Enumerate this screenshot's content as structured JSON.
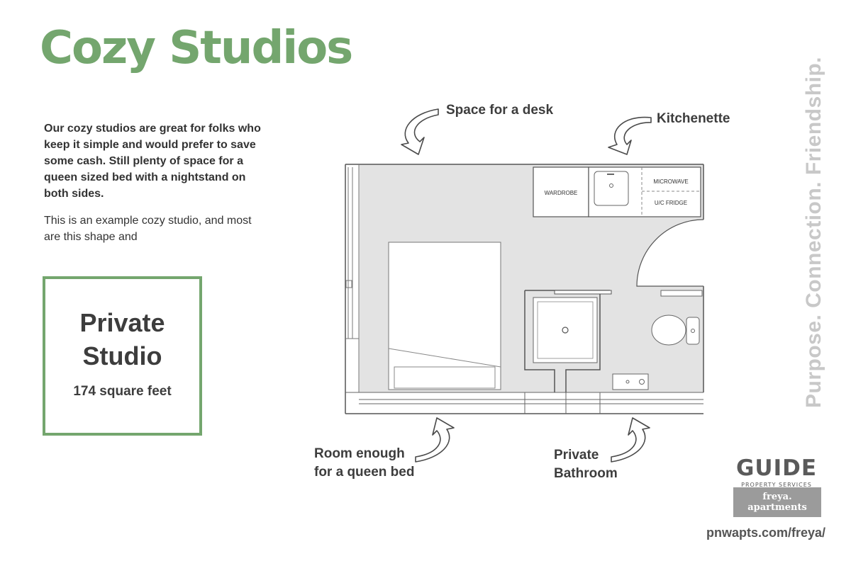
{
  "title": "Cozy Studios",
  "intro": "Our cozy studios are great for folks who keep it simple and would prefer to save some cash. Still plenty of space for a queen sized bed with a nightstand on both sides.",
  "example": "This is an example cozy studio, and most are this shape and",
  "info_box": {
    "line1": "Private",
    "line2": "Studio",
    "size": "174 square feet",
    "border_color": "#74a66e"
  },
  "callouts": {
    "desk": "Space for a desk",
    "kitchenette": "Kitchenette",
    "bed_line1": "Room enough",
    "bed_line2": "for a queen bed",
    "bath_line1": "Private",
    "bath_line2": "Bathroom"
  },
  "floorplan": {
    "wardrobe": "WARDROBE",
    "microwave": "MICROWAVE",
    "fridge": "U/C FRIDGE"
  },
  "tagline": "Purpose. Connection. Friendship.",
  "logos": {
    "guide": "GUIDE",
    "guide_sub": "PROPERTY SERVICES",
    "freya_line1": "freya.",
    "freya_line2": "apartments"
  },
  "url": "pnwapts.com/freya/",
  "colors": {
    "accent": "#74a66e",
    "plan_fill": "#e3e3e3",
    "tagline": "#c8c8c8"
  }
}
